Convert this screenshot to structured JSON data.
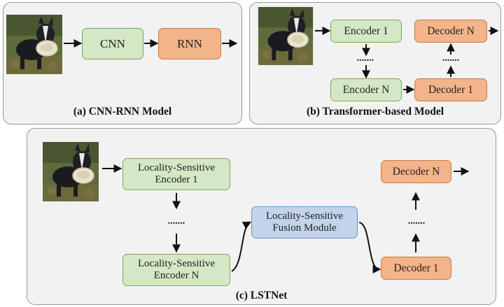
{
  "panel_a": {
    "caption": "(a) CNN-RNN Model",
    "cnn": "CNN",
    "rnn": "RNN"
  },
  "panel_b": {
    "caption": "(b) Transformer-based Model",
    "encoder_1": "Encoder 1",
    "encoder_n": "Encoder N",
    "decoder_1": "Decoder 1",
    "decoder_n": "Decoder N",
    "dots": "......."
  },
  "panel_c": {
    "caption": "(c) LSTNet",
    "encoder_1_line1": "Locality-Sensitive",
    "encoder_1_line2": "Encoder 1",
    "encoder_n_line1": "Locality-Sensitive",
    "encoder_n_line2": "Encoder N",
    "fusion_line1": "Locality-Sensitive",
    "fusion_line2": "Fusion Module",
    "decoder_1": "Decoder 1",
    "decoder_n": "Decoder N",
    "dots": "......."
  },
  "colors": {
    "encoder": "#d5e8c6",
    "decoder": "#f4b489",
    "fusion": "#c3d3ec"
  },
  "icons": {
    "input_image": "dog-photo-icon"
  }
}
